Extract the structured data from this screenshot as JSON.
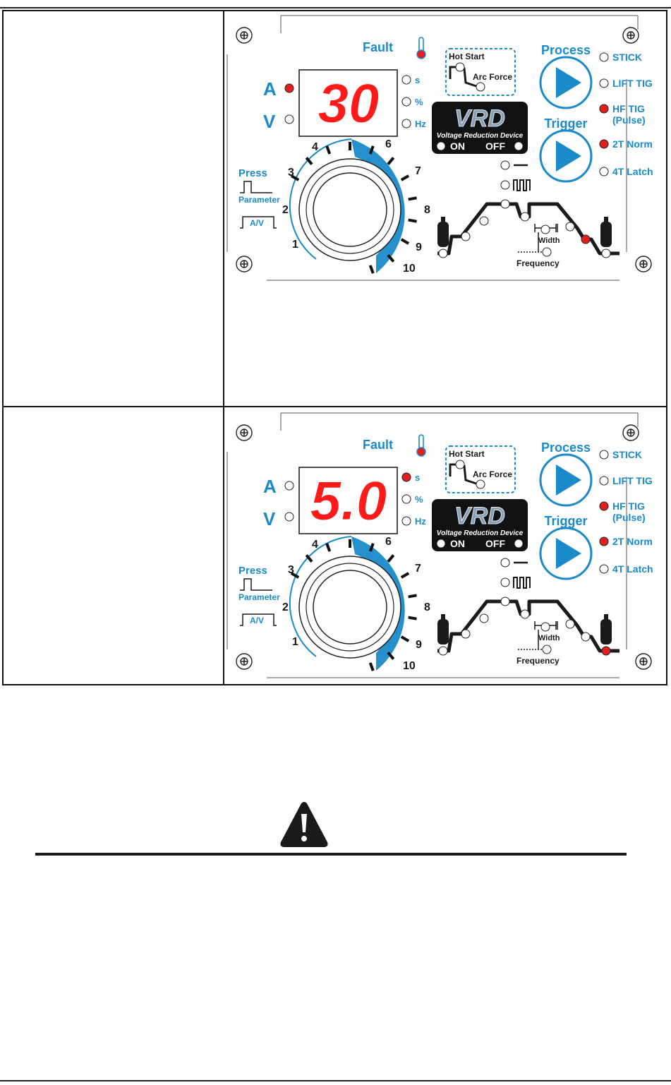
{
  "panels": [
    {
      "display_value": "30",
      "a_led": "#e02020",
      "v_led": "#ffffff",
      "s_led": "#ffffff",
      "active_process": "HF TIG (Pulse)",
      "active_trigger": "2T Norm",
      "active_wave_point": "end-slope",
      "caption": ""
    },
    {
      "display_value": "5.0",
      "a_led": "#ffffff",
      "v_led": "#ffffff",
      "s_led": "#e02020",
      "active_process": "HF TIG (Pulse)",
      "active_trigger": "2T Norm",
      "active_wave_point": "post-flow",
      "caption": ""
    }
  ],
  "labels": {
    "fault": "Fault",
    "a": "A",
    "v": "V",
    "s": "s",
    "pct": "%",
    "hz": "Hz",
    "hot_start": "Hot Start",
    "arc_force": "Arc Force",
    "vrd_logo": "VRD",
    "vrd_sub": "Voltage Reduction Device",
    "on": "ON",
    "off": "OFF",
    "process": "Process",
    "trigger": "Trigger",
    "stick": "STICK",
    "lift_tig": "LIFT TIG",
    "hf_tig": "HF TIG",
    "pulse": "(Pulse)",
    "t2_norm": "2T Norm",
    "t4_latch": "4T Latch",
    "press": "Press",
    "parameter": "Parameter",
    "av": "A/V",
    "width": "Width",
    "frequency": "Frequency",
    "dial": [
      "1",
      "2",
      "3",
      "4",
      "6",
      "7",
      "8",
      "9",
      "10"
    ]
  },
  "colors": {
    "accent_blue": "#1a8ac9",
    "led_red": "#e02020",
    "display_red": "#ff1a1a",
    "ink": "#1a1a1a"
  },
  "icons": [
    "thermometer-icon",
    "process-play-icon",
    "trigger-play-icon",
    "gas-cylinder-icon",
    "warning-triangle-icon"
  ]
}
